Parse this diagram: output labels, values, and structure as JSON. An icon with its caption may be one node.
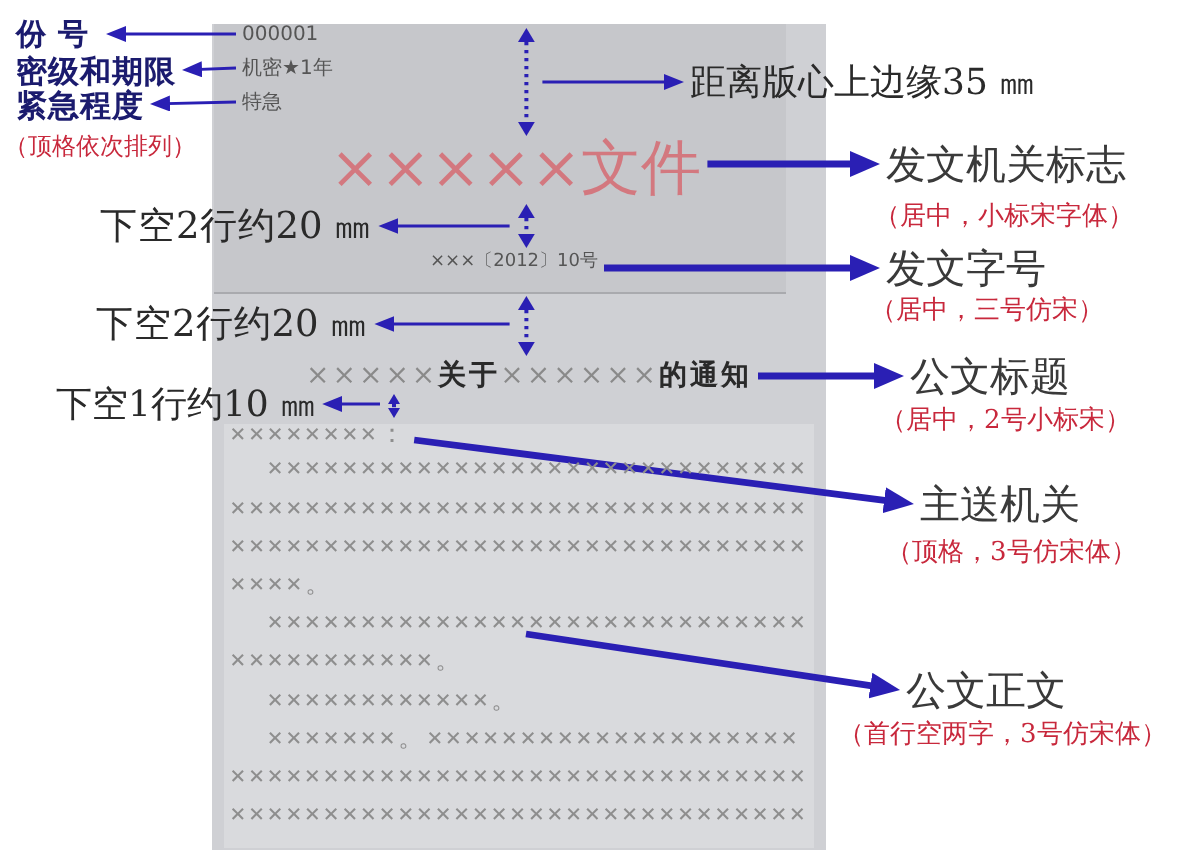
{
  "diagram": {
    "nodes": [
      {
        "text": [
          "份号"
        ]
      },
      {
        "text": [
          "密级和期限"
        ]
      },
      {
        "text": [
          "紧急程度"
        ]
      },
      {
        "text": [],
        "shape": "box"
      },
      {
        "text": [
          "000001"
        ],
        "in": 3
      },
      {
        "text": [
          "机密★1年"
        ],
        "in": 3
      },
      {
        "text": [
          "特急"
        ],
        "in": 3
      },
      {
        "text": [
          "×××××文件"
        ],
        "in": 3
      },
      {
        "text": [
          "×××〔2012〕10号"
        ],
        "in": 3
      },
      {
        "text": [
          "×××××**关于**××××××**的通知**"
        ],
        "in": 3
      },
      {
        "text": [
          "××××××××："
        ],
        "in": 3
      },
      {
        "text": [
          "×××××××××××××××××××××××××××××××××××××××××××××××××××××××××××××××××××××××××××××××××××××××××××××××。",
          "××××××××××××××××××××××××××××××××××××××××。",
          "××××××××××××。",
          "×××××××。××××××××××××××××××××××××××××××××××××××××××××××××××××××××××××××××××××××××××××××××××"
        ],
        "in": 3
      },
      {
        "text": [],
        "shape": "line",
        "in": 3
      },
      {
        "text": [],
        "shape": "line",
        "in": 3
      },
      {
        "text": [],
        "shape": "line",
        "in": 3
      },
      {
        "text": [],
        "shape": "line",
        "in": 3
      },
      {
        "text": [
          "距离版心上边缘35 ㎜"
        ]
      },
      {
        "text": [
          "发文机关标志"
        ],
        "beside": [
          "（居中，小标宋字体）"
        ]
      },
      {
        "text": [
          "下空2行约20 ㎜"
        ]
      },
      {
        "text": [
          "发文字号"
        ],
        "beside": [
          "（居中，三号仿宋）"
        ]
      },
      {
        "text": [
          "下空2行约20 ㎜"
        ]
      },
      {
        "text": [
          "公文标题"
        ],
        "beside": [
          "（居中，2号小标宋）"
        ]
      },
      {
        "text": [
          "下空1行约10 ㎜"
        ]
      },
      {
        "text": [
          "主送机关"
        ],
        "beside": [
          "（顶格，3号仿宋体）"
        ]
      },
      {
        "text": [
          "公文正文"
        ],
        "beside": [
          "（首行空两字，3号仿宋体）"
        ]
      }
    ],
    "edges": [
      {
        "from": 4,
        "to": 0,
        "arrow": "to"
      },
      {
        "from": 5,
        "to": 1,
        "arrow": "to"
      },
      {
        "from": 6,
        "to": 2,
        "arrow": "to"
      },
      {
        "from": 12,
        "to": 16,
        "arrow": "to"
      },
      {
        "from": 7,
        "to": 17,
        "arrow": "to",
        "style": "thick"
      },
      {
        "from": 13,
        "to": 18,
        "arrow": "to"
      },
      {
        "from": 8,
        "to": 19,
        "arrow": "to",
        "style": "thick"
      },
      {
        "from": 14,
        "to": 20,
        "arrow": "to"
      },
      {
        "from": 9,
        "to": 21,
        "arrow": "to",
        "style": "thick"
      },
      {
        "from": 15,
        "to": 22,
        "arrow": "to"
      },
      {
        "from": 10,
        "to": 23,
        "arrow": "to",
        "style": "thick"
      },
      {
        "from": 11,
        "to": 24,
        "arrow": "to",
        "style": "thick"
      }
    ],
    "labels": [
      "（顶格依次排列）"
    ]
  }
}
